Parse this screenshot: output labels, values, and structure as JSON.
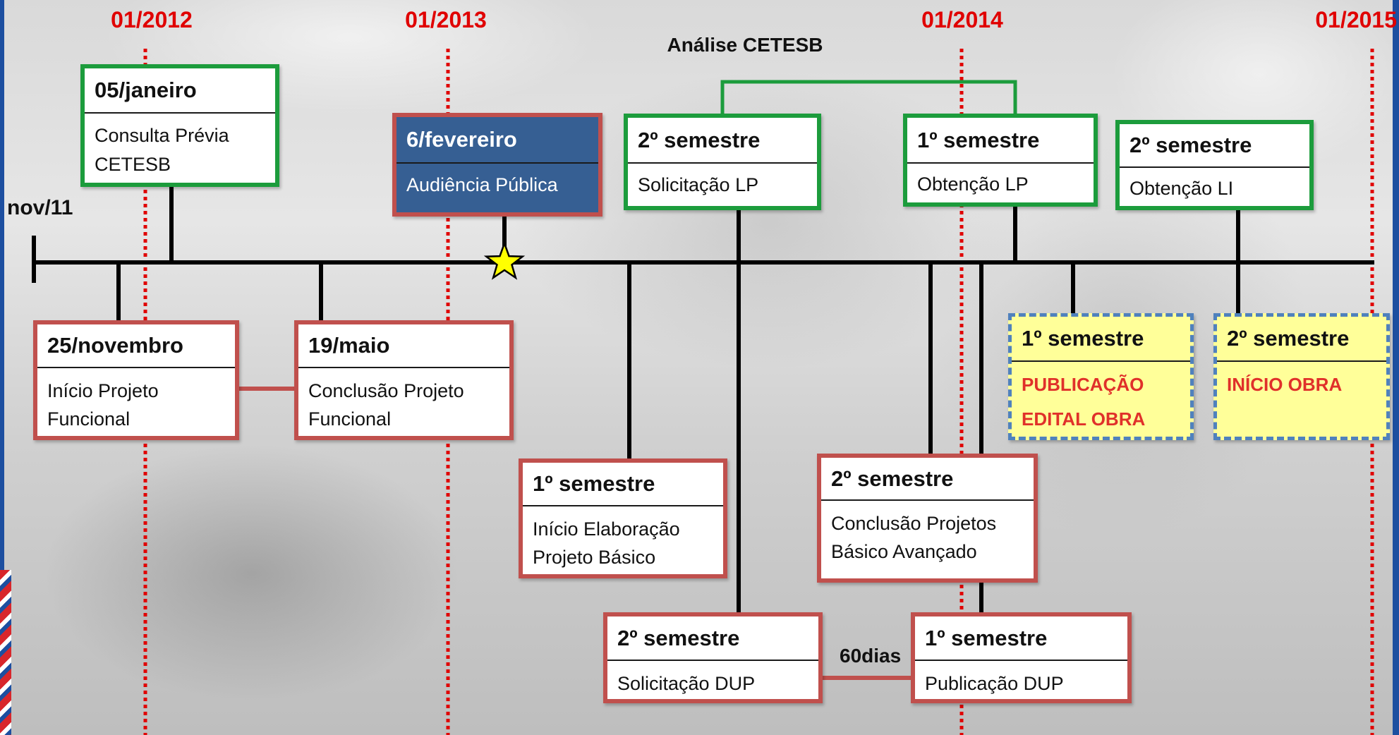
{
  "colors": {
    "licensing_border": "#1c9c3c",
    "project_border": "#c0504d",
    "hearing_fill": "#365f93",
    "works_fill": "#ffff99",
    "works_border": "#4f81bd",
    "works_text": "#e0302a",
    "year_marker": "#e00000"
  },
  "year_markers": [
    "01/2012",
    "01/2013",
    "01/2014",
    "01/2015"
  ],
  "timeline": {
    "start_label": "nov/11"
  },
  "bracket_label": "Análise CETESB",
  "interval_label": "60dias",
  "milestones": [
    {
      "when": "05/janeiro",
      "lines": [
        "Consulta Prévia",
        "CETESB"
      ]
    },
    {
      "when": "6/fevereiro",
      "lines": [
        "Audiência Pública"
      ]
    },
    {
      "when": "2º semestre",
      "lines": [
        "Solicitação LP"
      ]
    },
    {
      "when": "1º semestre",
      "lines": [
        "Obtenção LP"
      ]
    },
    {
      "when": "2º semestre",
      "lines": [
        "Obtenção LI"
      ]
    },
    {
      "when": "25/novembro",
      "lines": [
        "Início Projeto",
        "Funcional"
      ]
    },
    {
      "when": "19/maio",
      "lines": [
        "Conclusão Projeto",
        "Funcional"
      ]
    },
    {
      "when": "1º semestre",
      "lines": [
        "Início Elaboração",
        "Projeto Básico"
      ]
    },
    {
      "when": "2º semestre",
      "lines": [
        "Conclusão Projetos",
        "Básico Avançado"
      ]
    },
    {
      "when": "2º semestre",
      "lines": [
        "Solicitação DUP"
      ]
    },
    {
      "when": "1º semestre",
      "lines": [
        "Publicação DUP"
      ]
    },
    {
      "when": "1º semestre",
      "lines": [
        "PUBLICAÇÃO",
        "EDITAL OBRA"
      ]
    },
    {
      "when": "2º semestre",
      "lines": [
        "INÍCIO OBRA"
      ]
    }
  ]
}
